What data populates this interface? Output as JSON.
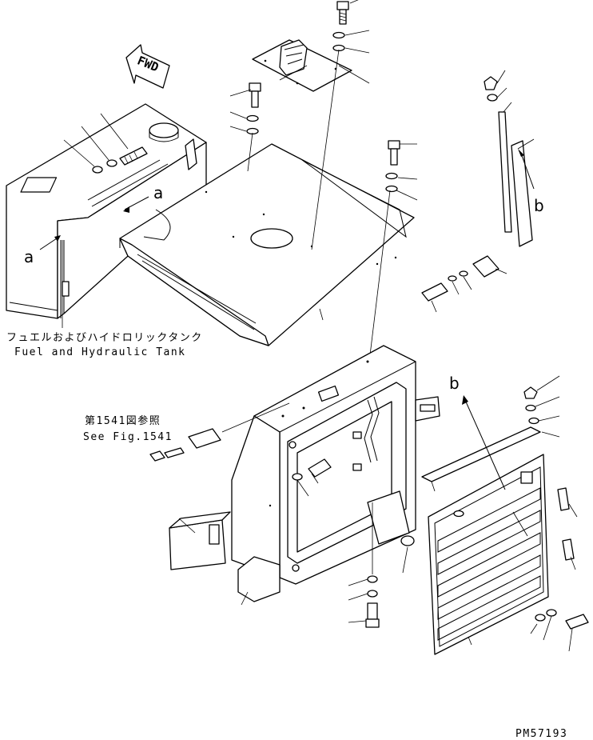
{
  "labels": {
    "fuel_tank_jp": "フュエルおよびハイドロリックタンク",
    "fuel_tank_en": "Fuel and Hydraulic Tank",
    "see_fig_jp": "第1541図参照",
    "see_fig_en": "See Fig.1541",
    "fwd": "FWD",
    "callout_a": "a",
    "callout_b": "b",
    "drawing_number": "PM57193"
  }
}
